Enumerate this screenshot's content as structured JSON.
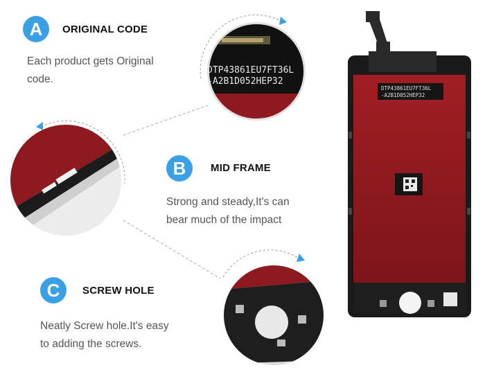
{
  "features": [
    {
      "letter": "A",
      "title": "ORIGINAL CODE",
      "desc": [
        "Each product gets Original",
        "code."
      ]
    },
    {
      "letter": "B",
      "title": "MID FRAME",
      "desc": [
        "Strong and steady,It's can",
        "bear much of the impact"
      ]
    },
    {
      "letter": "C",
      "title": "SCREW HOLE",
      "desc": [
        "Neatly Screw hole.It's easy",
        "to adding the screws."
      ]
    }
  ],
  "code_label": [
    "DTP43861EU7FT36L",
    "-A2B1D052HEP32"
  ],
  "colors": {
    "accent": "#3aa0e6",
    "panel_red": "#8e1a1f",
    "frame_black": "#1a1a1a"
  }
}
